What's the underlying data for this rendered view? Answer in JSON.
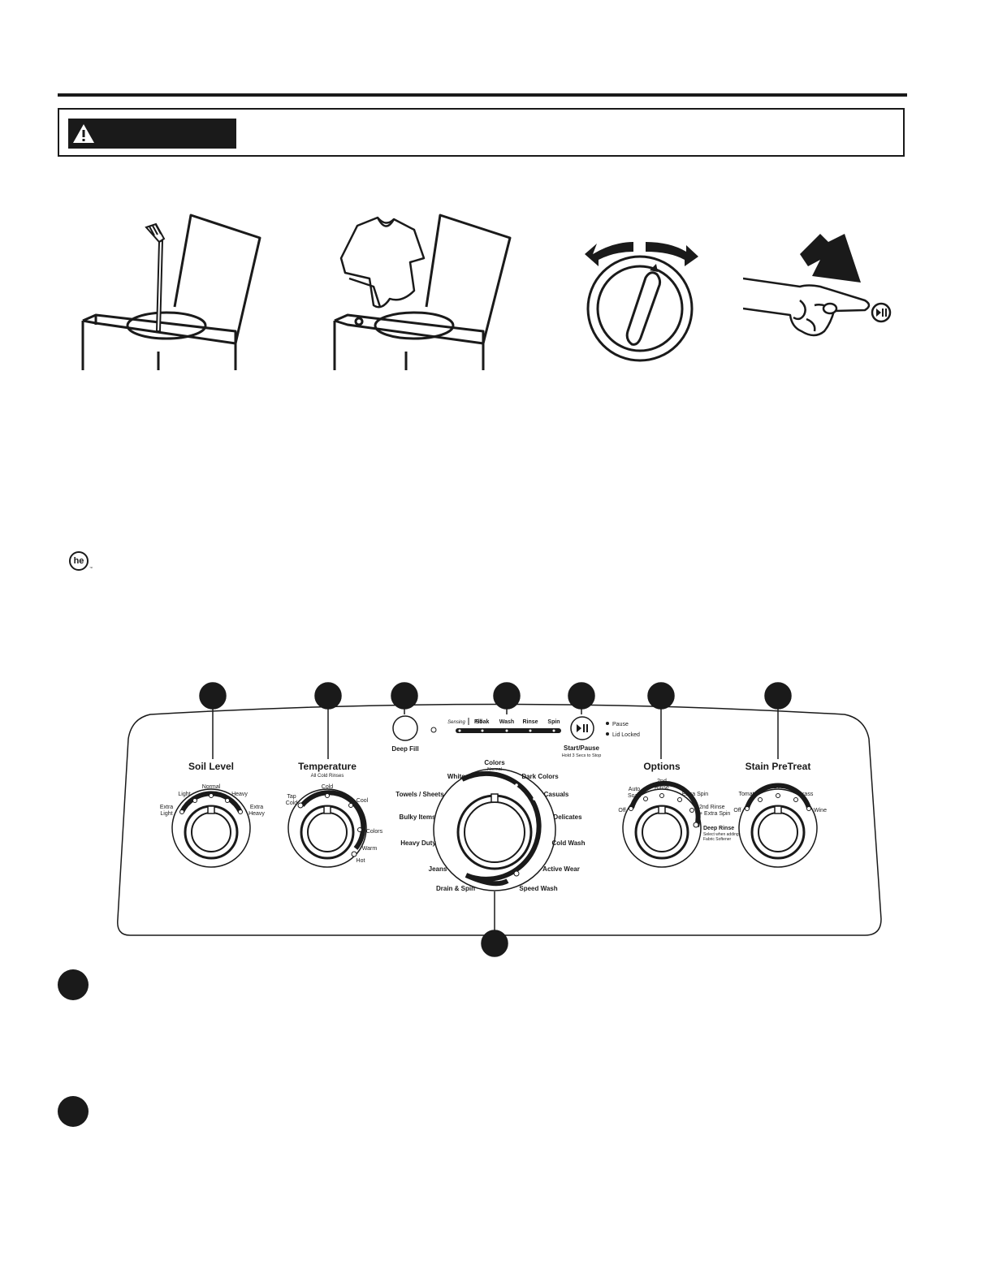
{
  "panel": {
    "soil": {
      "title": "Soil Level",
      "labels": {
        "extra_light": [
          "Extra",
          "Light"
        ],
        "light": "Light",
        "normal": "Normal",
        "heavy": "Heavy",
        "extra_heavy": [
          "Extra",
          "Heavy"
        ]
      }
    },
    "temperature": {
      "title": "Temperature",
      "subtitle": "All Cold Rinses",
      "labels": {
        "tap_cold": [
          "Tap",
          "Cold"
        ],
        "cold": "Cold",
        "cool": "Cool",
        "colors": "Colors",
        "warm": "Warm",
        "hot": "Hot"
      }
    },
    "deep_fill": {
      "label": "Deep Fill"
    },
    "status": {
      "sensing": "Sensing",
      "stages": [
        "Fill",
        "Soak",
        "Wash",
        "Rinse",
        "Spin"
      ]
    },
    "start_pause": {
      "label": "Start/Pause",
      "sub": "Hold 3 Secs to Stop",
      "pause": "Pause",
      "lid_locked": "Lid Locked"
    },
    "cycle": {
      "colors": "Colors",
      "colors_sub": "Normal",
      "whites": "Whites",
      "dark_colors": "Dark Colors",
      "towels": "Towels / Sheets",
      "casuals": "Casuals",
      "bulky": "Bulky Items",
      "delicates": "Delicates",
      "heavy_duty": "Heavy Duty",
      "cold_wash": "Cold Wash",
      "jeans": "Jeans",
      "active_wear": "Active Wear",
      "drain_spin": "Drain & Spin",
      "speed_wash": "Speed Wash"
    },
    "options": {
      "title": "Options",
      "labels": {
        "off": "Off",
        "auto_soak": [
          "Auto",
          "Soak"
        ],
        "second_rinse": [
          "2nd",
          "Rinse"
        ],
        "extra_spin": "Extra Spin",
        "rinse_spin": [
          "2nd Rinse",
          "+ Extra Spin"
        ],
        "deep_rinse": "Deep Rinse",
        "deep_rinse_note": [
          "Select when adding",
          "Fabric Softener"
        ]
      }
    },
    "stain": {
      "title": "Stain PreTreat",
      "labels": {
        "off": "Off",
        "tomato": "Tomato",
        "dirt": "Dirt",
        "grass": "Grass",
        "wine": "Wine"
      }
    }
  },
  "logo": {
    "he": "he"
  },
  "icons": [
    "warning-triangle-icon",
    "detergent-bottle-illustration",
    "shirt-illustration",
    "dial-illustration",
    "press-button-illustration",
    "play-pause-icon"
  ]
}
